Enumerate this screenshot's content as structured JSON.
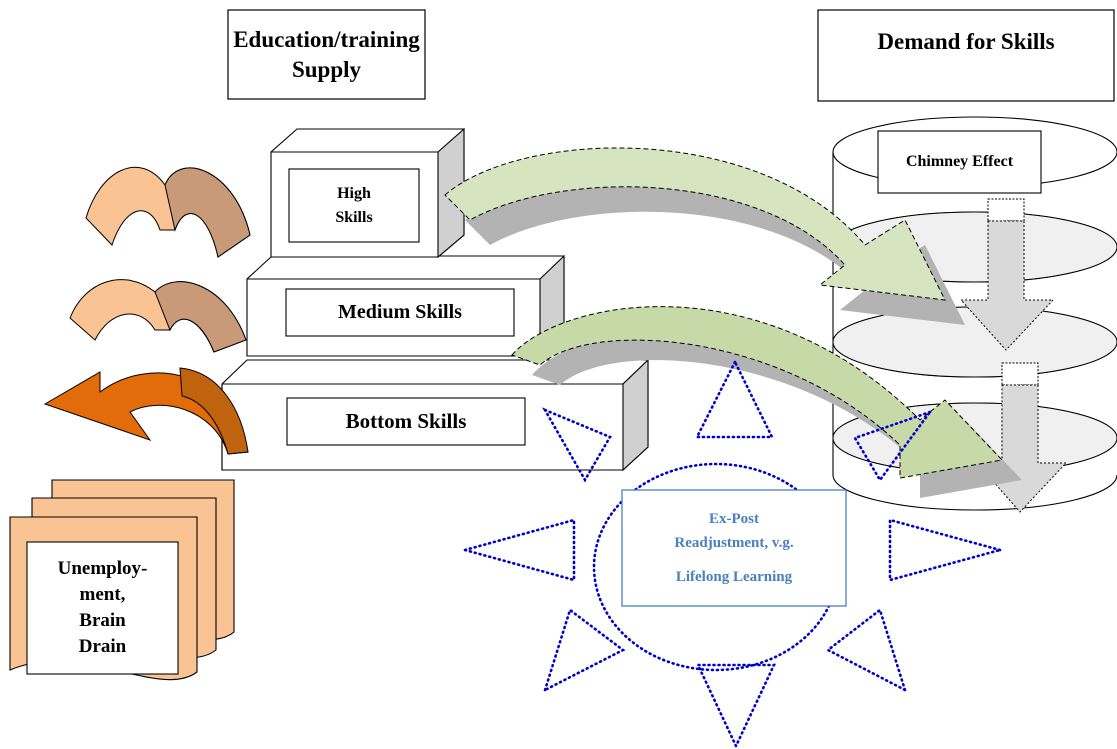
{
  "supply_box": {
    "label": "Education/training\nSupply"
  },
  "demand_box": {
    "label": "Demand for Skills"
  },
  "skills": {
    "high": "High\nSkills",
    "medium": "Medium Skills",
    "bottom": "Bottom Skills"
  },
  "chimney": {
    "label": "Chimney Effect"
  },
  "unemployment": {
    "label": "Unemploy-\nment,\nBrain\nDrain"
  },
  "readjustment": {
    "line1": "Ex-Post",
    "line2": "Readjustment, v.g.",
    "line3": "Lifelong Learning",
    "color": "#4a7fc1"
  },
  "colors": {
    "peach": "#f9c393",
    "tan": "#c99a78",
    "orange": "#e36c0a",
    "brown": "#c0630f",
    "green_arrow": "#d3e2b6",
    "shadow": "#b3b3b3",
    "blue_dots": "#0000cc"
  }
}
